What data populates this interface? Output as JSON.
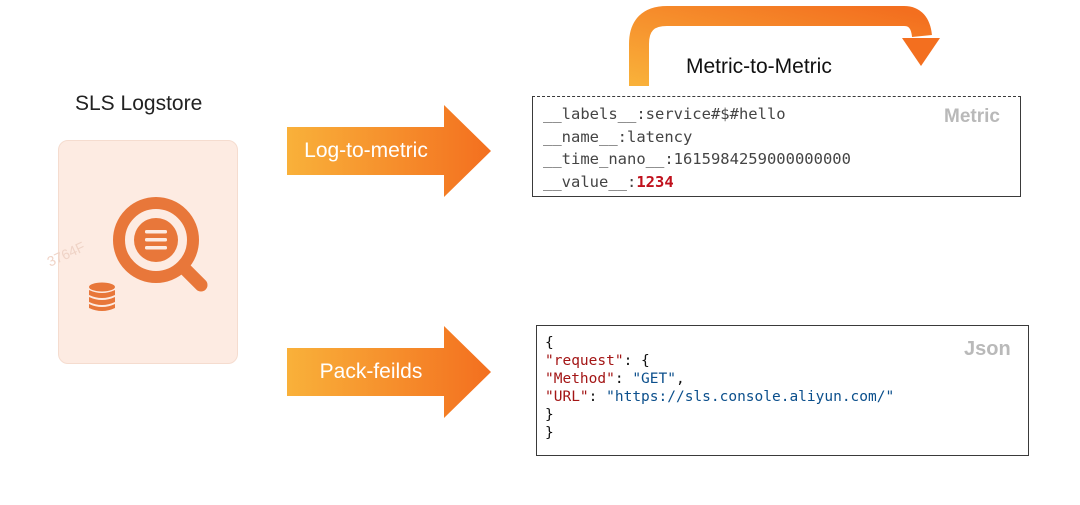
{
  "logstore": {
    "title": "SLS Logstore",
    "watermark": "3764F",
    "icon": "magnifier-list-icon",
    "db_icon": "database-icon"
  },
  "flows": [
    {
      "label": "Log-to-metric",
      "color_start": "#f9b13a",
      "color_end": "#f36f1f"
    },
    {
      "label": "Pack-feilds",
      "color_start": "#f9b13a",
      "color_end": "#f36f1f"
    }
  ],
  "metric": {
    "heading": "Metric-to-Metric",
    "tag": "Metric",
    "lines": [
      {
        "text": "__labels__:service#$#hello",
        "value": ""
      },
      {
        "text": "__name__:latency",
        "value": ""
      },
      {
        "text": "__time_nano__:1615984259000000000",
        "value": ""
      },
      {
        "text": "__value__:",
        "value": "1234"
      }
    ]
  },
  "json": {
    "tag": "Json",
    "lines": [
      {
        "text": "{"
      },
      {
        "key": "\"request\"",
        "sep": ": {"
      },
      {
        "key": "\"Method\"",
        "sep": ": ",
        "str": "\"GET\"",
        "end": ","
      },
      {
        "key": "\"URL\"",
        "sep": ": ",
        "str": "\"https://sls.console.aliyun.com/\"",
        "end": ""
      },
      {
        "text": "}"
      },
      {
        "text": "}"
      }
    ]
  },
  "colors": {
    "accent_orange": "#f36f1f",
    "icon_orange": "#e8773a",
    "card_bg": "#fdebe2",
    "value_red": "#c0111d",
    "json_key": "#a31515",
    "json_string": "#0b4f8c",
    "tag_gray": "#b9b9b9"
  }
}
